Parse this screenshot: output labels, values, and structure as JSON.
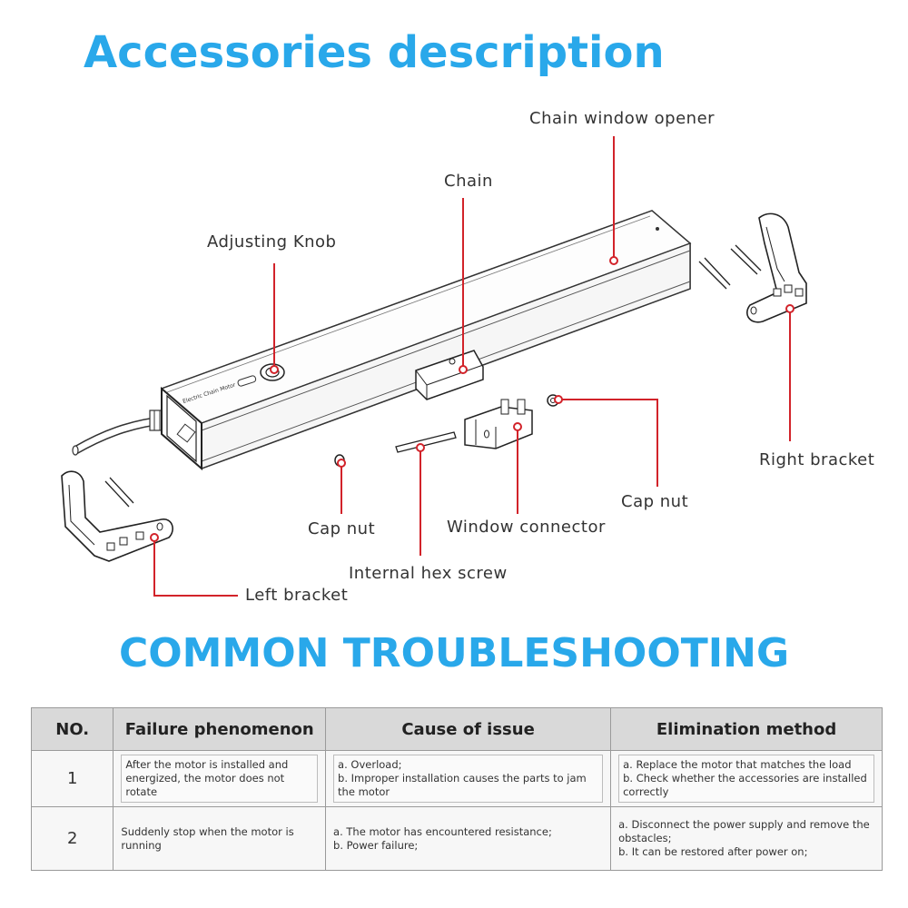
{
  "header": {
    "title": "Accessories description"
  },
  "labels": {
    "chain_window_opener": "Chain window opener",
    "chain": "Chain",
    "adjusting_knob": "Adjusting Knob",
    "right_bracket": "Right bracket",
    "cap_nut_right": "Cap nut",
    "window_connector": "Window connector",
    "cap_nut_left": "Cap nut",
    "internal_hex_screw": "Internal hex screw",
    "left_bracket": "Left bracket"
  },
  "motor_label": "Electric Chain Motor",
  "colors": {
    "accent": "#29a8ea",
    "leader": "#d2232a"
  },
  "troubleshooting": {
    "title": "COMMON TROUBLESHOOTING",
    "columns": [
      "NO.",
      "Failure phenomenon",
      "Cause of issue",
      "Elimination method"
    ],
    "rows": [
      {
        "no": "1",
        "failure": "After the motor is installed and energized, the motor does not rotate",
        "cause": [
          "a. Overload;",
          "b. Improper installation causes the parts to jam the motor"
        ],
        "method": [
          "a. Replace the motor that matches the load",
          "b. Check whether the accessories are installed correctly"
        ]
      },
      {
        "no": "2",
        "failure": "Suddenly stop when the motor is running",
        "cause": [
          "a. The motor has encountered resistance;",
          "b. Power failure;"
        ],
        "method": [
          "a. Disconnect the power supply and remove the obstacles;",
          "b. It can be restored after power on;"
        ]
      }
    ]
  }
}
